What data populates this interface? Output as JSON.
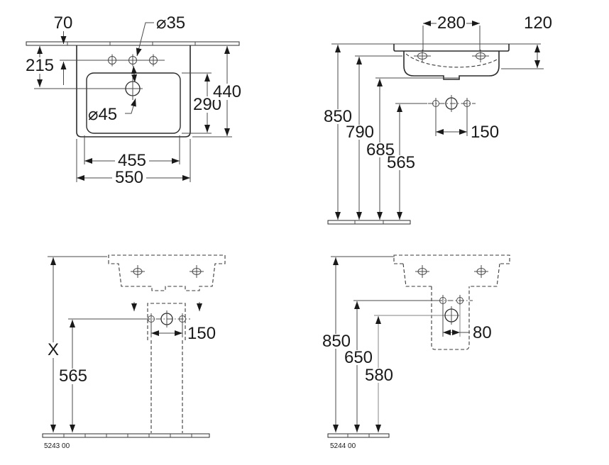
{
  "drawing": {
    "title": "washbasin-dimension-drawing",
    "views": {
      "top_view": {
        "dims": {
          "tap_hole_setback": "70",
          "drain_setback": "215",
          "tap_hole_diameter": "⌀35",
          "drain_diameter": "⌀45",
          "overall_depth": "440",
          "bowl_depth": "290",
          "bowl_width": "455",
          "overall_width": "550"
        }
      },
      "front_view": {
        "dims": {
          "mounting_hole_spacing": "280",
          "apron_height": "120",
          "rim_height": "850",
          "mounting_hole_height": "790",
          "underside_height": "685",
          "supply_height": "565",
          "supply_spacing": "150"
        }
      },
      "pedestal_view": {
        "product_code": "5243 00",
        "dims": {
          "rim_height": "X",
          "supply_height": "565",
          "supply_spacing": "150"
        }
      },
      "semi_pedestal_view": {
        "product_code": "5244 00",
        "dims": {
          "rim_height": "850",
          "supply_height": "650",
          "trap_height": "580",
          "trap_spacing": "80"
        }
      }
    }
  }
}
